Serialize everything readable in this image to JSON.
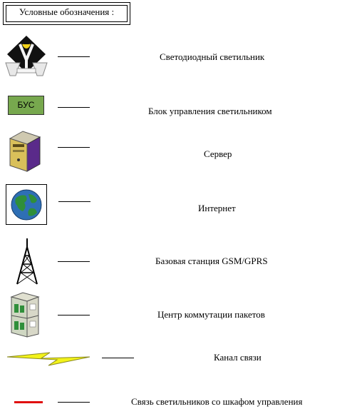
{
  "title": "Условные обозначения :",
  "items": [
    {
      "icon": "led-lamp-icon",
      "label": "Светодиодный светильник"
    },
    {
      "icon": "bus-box-icon",
      "icon_text": "БУС",
      "label": "Блок управления светильником"
    },
    {
      "icon": "server-icon",
      "label": "Сервер"
    },
    {
      "icon": "globe-icon",
      "label": "Интернет"
    },
    {
      "icon": "antenna-tower-icon",
      "label": "Базовая станция GSM/GPRS"
    },
    {
      "icon": "switch-rack-icon",
      "label": "Центр коммутации пакетов"
    },
    {
      "icon": "lightning-icon",
      "label": "Канал связи"
    },
    {
      "icon": "red-line-icon",
      "label": "Связь светильников со шкафом управления"
    }
  ],
  "colors": {
    "bus_box": "#77a84e",
    "server_body": "#5a2a8a",
    "server_front": "#d9c05a",
    "globe_ocean": "#2e6fb5",
    "globe_land": "#2f8f3a",
    "lightning": "#f2f21a",
    "link_line": "#e01010"
  }
}
